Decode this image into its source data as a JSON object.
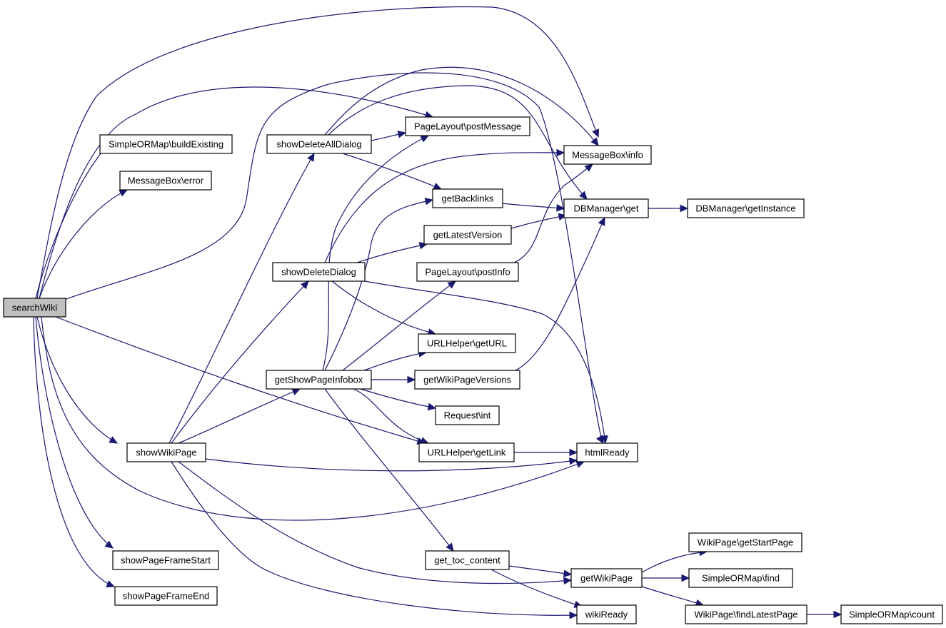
{
  "graph": {
    "nodes": [
      {
        "id": "searchWiki",
        "label": "searchWiki",
        "root": true
      },
      {
        "id": "buildExisting",
        "label": "SimpleORMap\\buildExisting"
      },
      {
        "id": "mbError",
        "label": "MessageBox\\error"
      },
      {
        "id": "showDeleteAllDialog",
        "label": "showDeleteAllDialog"
      },
      {
        "id": "postMessage",
        "label": "PageLayout\\postMessage"
      },
      {
        "id": "mbInfo",
        "label": "MessageBox\\info"
      },
      {
        "id": "getBacklinks",
        "label": "getBacklinks"
      },
      {
        "id": "dbGet",
        "label": "DBManager\\get"
      },
      {
        "id": "dbGetInstance",
        "label": "DBManager\\getInstance"
      },
      {
        "id": "getLatestVersion",
        "label": "getLatestVersion"
      },
      {
        "id": "showDeleteDialog",
        "label": "showDeleteDialog"
      },
      {
        "id": "postInfo",
        "label": "PageLayout\\postInfo"
      },
      {
        "id": "getURL",
        "label": "URLHelper\\getURL"
      },
      {
        "id": "getShowPageInfobox",
        "label": "getShowPageInfobox"
      },
      {
        "id": "getWikiPageVersions",
        "label": "getWikiPageVersions"
      },
      {
        "id": "requestInt",
        "label": "Request\\int"
      },
      {
        "id": "showWikiPage",
        "label": "showWikiPage"
      },
      {
        "id": "getLink",
        "label": "URLHelper\\getLink"
      },
      {
        "id": "htmlReady",
        "label": "htmlReady"
      },
      {
        "id": "getTocContent",
        "label": "get_toc_content"
      },
      {
        "id": "getStartPage",
        "label": "WikiPage\\getStartPage"
      },
      {
        "id": "showPageFrameStart",
        "label": "showPageFrameStart"
      },
      {
        "id": "getWikiPage",
        "label": "getWikiPage"
      },
      {
        "id": "ormFind",
        "label": "SimpleORMap\\find"
      },
      {
        "id": "showPageFrameEnd",
        "label": "showPageFrameEnd"
      },
      {
        "id": "wikiReady",
        "label": "wikiReady"
      },
      {
        "id": "findLatestPage",
        "label": "WikiPage\\findLatestPage"
      },
      {
        "id": "ormCount",
        "label": "SimpleORMap\\count"
      }
    ],
    "edges": [
      [
        "searchWiki",
        "mbInfo"
      ],
      [
        "searchWiki",
        "postMessage"
      ],
      [
        "searchWiki",
        "buildExisting"
      ],
      [
        "searchWiki",
        "mbError"
      ],
      [
        "searchWiki",
        "htmlReady"
      ],
      [
        "searchWiki",
        "showWikiPage"
      ],
      [
        "searchWiki",
        "getLink"
      ],
      [
        "searchWiki",
        "htmlReady"
      ],
      [
        "searchWiki",
        "showPageFrameStart"
      ],
      [
        "searchWiki",
        "showPageFrameEnd"
      ],
      [
        "showDeleteAllDialog",
        "postMessage"
      ],
      [
        "showDeleteAllDialog",
        "getBacklinks"
      ],
      [
        "showDeleteAllDialog",
        "mbInfo"
      ],
      [
        "showDeleteAllDialog",
        "dbGet"
      ],
      [
        "showDeleteDialog",
        "mbInfo"
      ],
      [
        "showDeleteDialog",
        "getLatestVersion"
      ],
      [
        "showDeleteDialog",
        "getURL"
      ],
      [
        "showDeleteDialog",
        "htmlReady"
      ],
      [
        "showWikiPage",
        "showDeleteAllDialog"
      ],
      [
        "showWikiPage",
        "showDeleteDialog"
      ],
      [
        "showWikiPage",
        "getShowPageInfobox"
      ],
      [
        "showWikiPage",
        "htmlReady"
      ],
      [
        "showWikiPage",
        "getWikiPage"
      ],
      [
        "showWikiPage",
        "wikiReady"
      ],
      [
        "getShowPageInfobox",
        "getBacklinks"
      ],
      [
        "getShowPageInfobox",
        "postMessage"
      ],
      [
        "getShowPageInfobox",
        "postInfo"
      ],
      [
        "getShowPageInfobox",
        "getURL"
      ],
      [
        "getShowPageInfobox",
        "getWikiPageVersions"
      ],
      [
        "getShowPageInfobox",
        "requestInt"
      ],
      [
        "getShowPageInfobox",
        "getLink"
      ],
      [
        "getShowPageInfobox",
        "getTocContent"
      ],
      [
        "getBacklinks",
        "dbGet"
      ],
      [
        "getLatestVersion",
        "dbGet"
      ],
      [
        "postInfo",
        "mbInfo"
      ],
      [
        "getWikiPageVersions",
        "dbGet"
      ],
      [
        "getLink",
        "htmlReady"
      ],
      [
        "dbGet",
        "dbGetInstance"
      ],
      [
        "getTocContent",
        "getWikiPage"
      ],
      [
        "getTocContent",
        "wikiReady"
      ],
      [
        "getWikiPage",
        "getStartPage"
      ],
      [
        "getWikiPage",
        "ormFind"
      ],
      [
        "getWikiPage",
        "findLatestPage"
      ],
      [
        "findLatestPage",
        "ormCount"
      ]
    ]
  }
}
